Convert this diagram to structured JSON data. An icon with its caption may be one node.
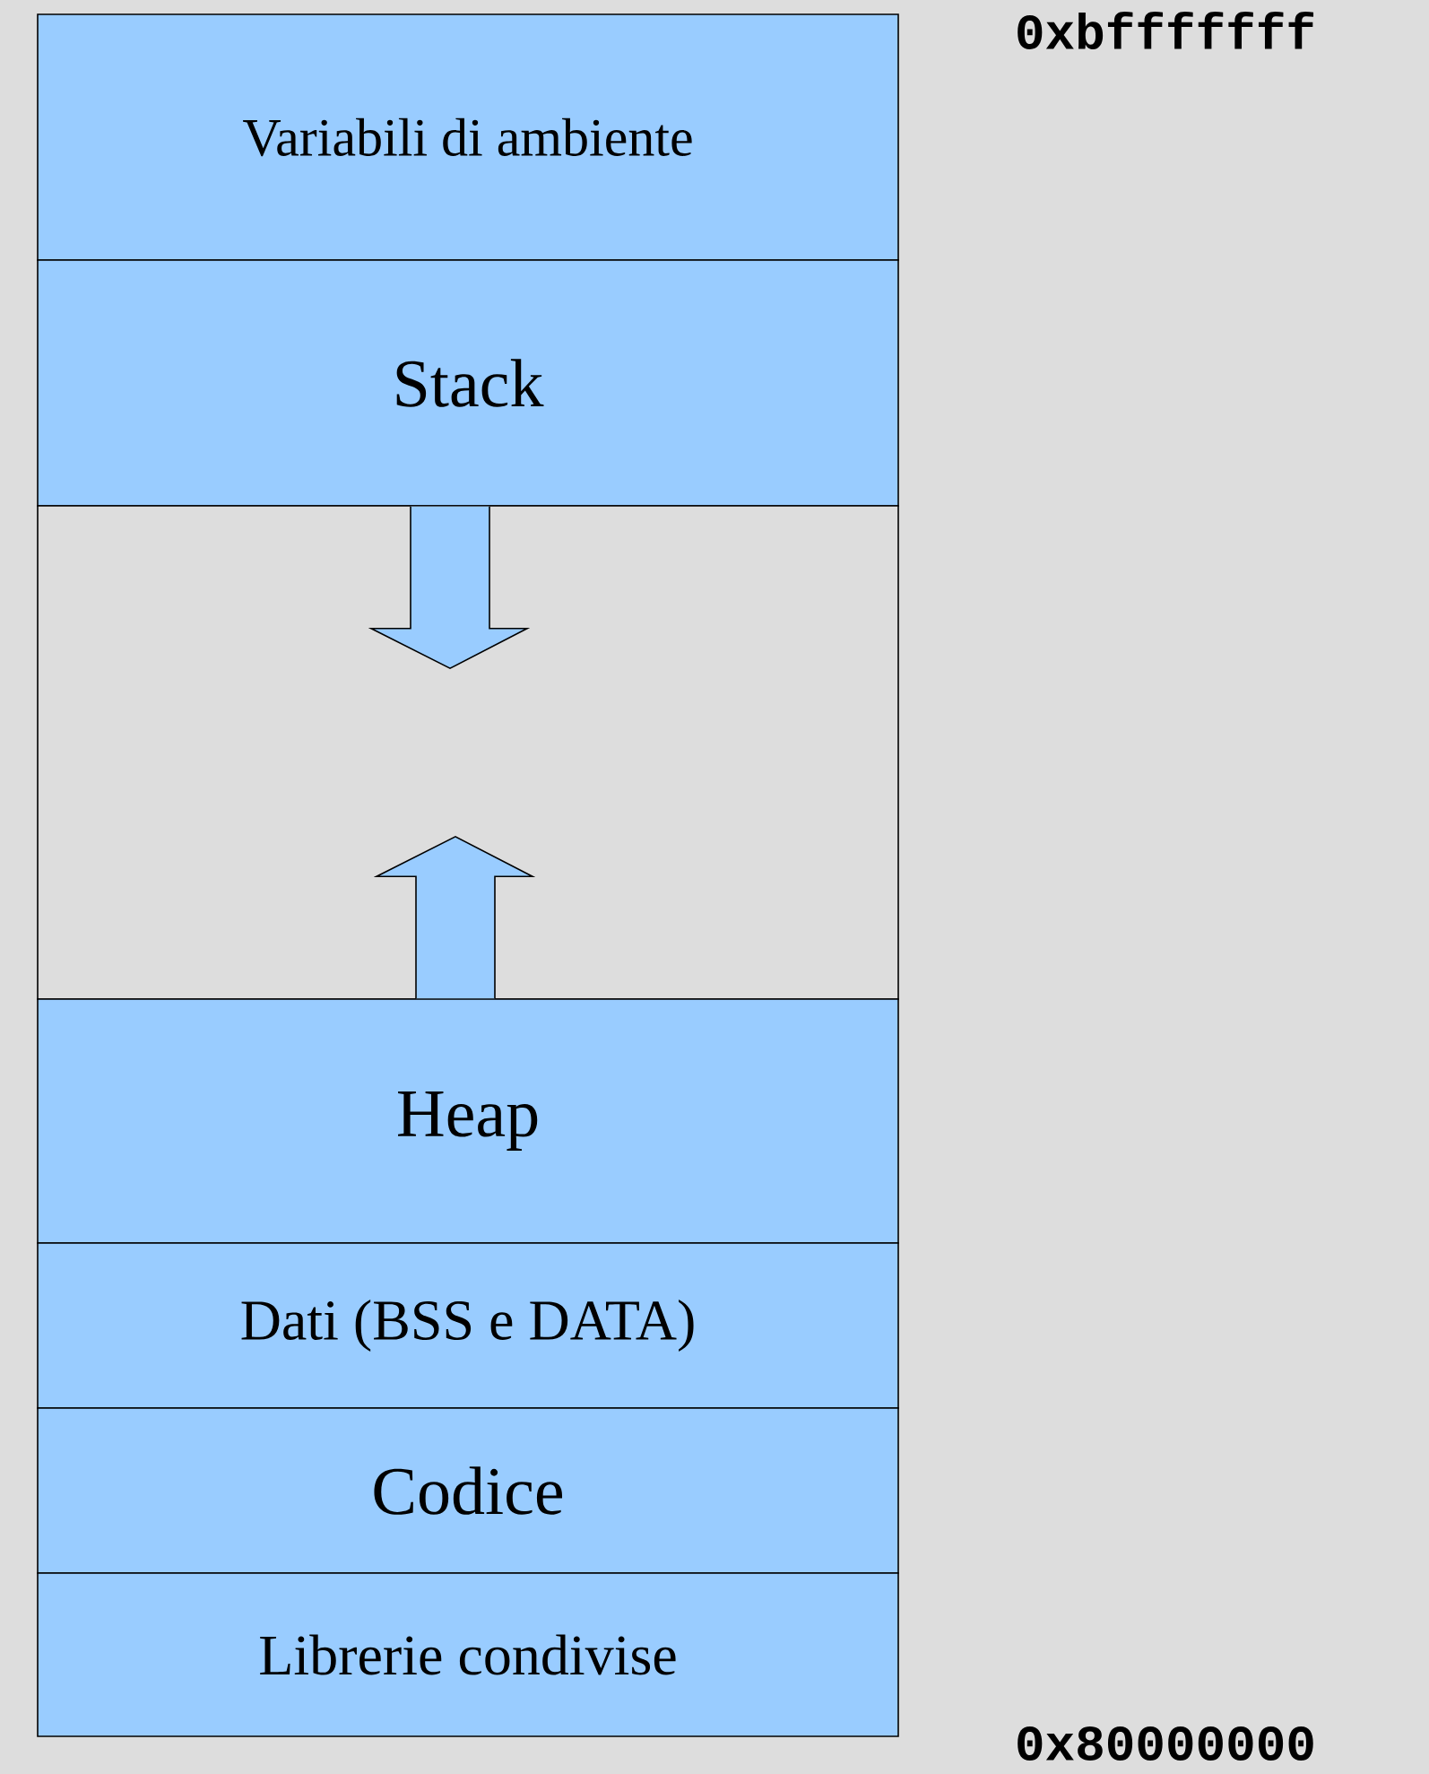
{
  "diagram": {
    "nodes": [
      {
        "text": [
          "Variabili di ambiente"
        ]
      },
      {
        "text": [
          "Stack"
        ]
      },
      {
        "text": [],
        "shape": "box"
      },
      {
        "text": [
          "Heap"
        ]
      },
      {
        "text": [
          "Dati (BSS e DATA)"
        ]
      },
      {
        "text": [
          "Codice"
        ]
      },
      {
        "text": [
          "Librerie condivise"
        ]
      }
    ],
    "edges": [
      {
        "from": 1,
        "to": 2,
        "arrow": "to"
      },
      {
        "from": 3,
        "to": 2,
        "arrow": "to"
      }
    ],
    "labels": [
      "0xbfffffff",
      "0x80000000"
    ]
  }
}
